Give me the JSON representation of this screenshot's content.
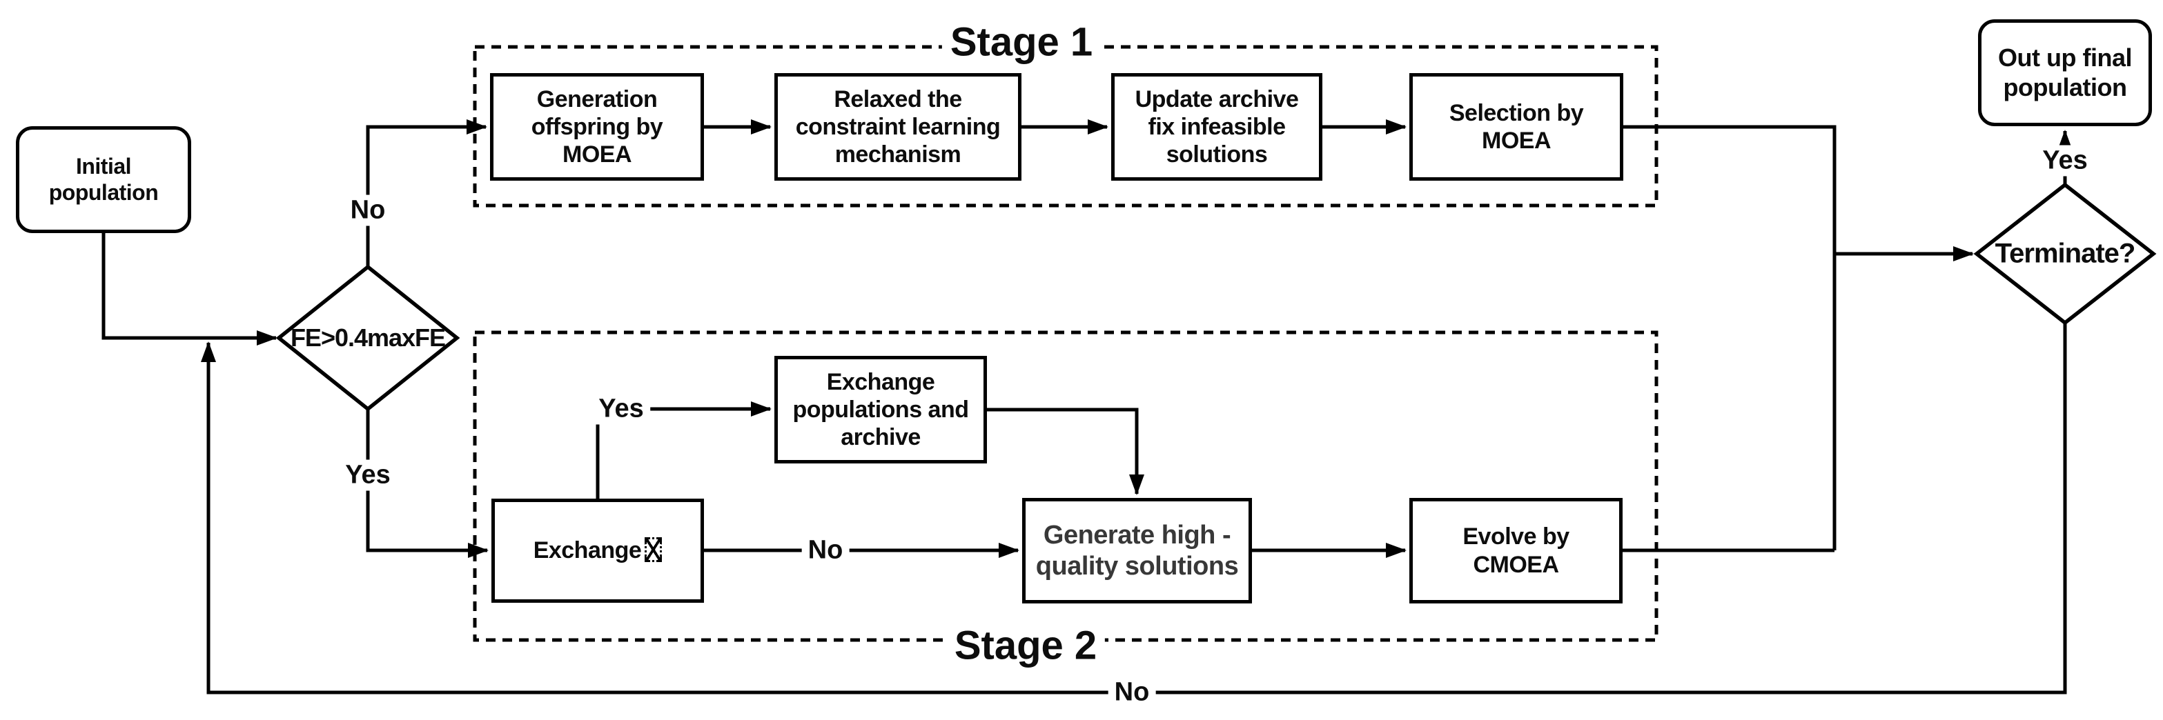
{
  "diagram": {
    "background_color": "#ffffff",
    "line_color": "#000000",
    "stages": [
      {
        "label": "Stage 1"
      },
      {
        "label": "Stage 2"
      }
    ],
    "nodes": {
      "initial_population": {
        "label": "Initial population",
        "shape": "rounded-rect"
      },
      "fe_check": {
        "label": "FE>0.4maxFE",
        "shape": "diamond"
      },
      "generation_offspring": {
        "label": "Generation offspring by MOEA",
        "shape": "rect"
      },
      "relaxed_constraint": {
        "label": "Relaxed the constraint learning mechanism",
        "shape": "rect"
      },
      "update_archive": {
        "label": "Update archive fix infeasible solutions",
        "shape": "rect"
      },
      "selection_moea": {
        "label": "Selection by MOEA",
        "shape": "rect"
      },
      "exchange_populations": {
        "label": "Exchange populations and archive",
        "shape": "rect"
      },
      "exchange_check": {
        "label": "Exchange",
        "suffix_icon": "missing-glyph-box",
        "shape": "rect"
      },
      "generate_hq": {
        "label": "Generate high - quality solutions",
        "shape": "rect",
        "text_color": "#383838"
      },
      "evolve_cmoea": {
        "label": "Evolve by CMOEA",
        "shape": "rect"
      },
      "terminate": {
        "label": "Terminate?",
        "shape": "diamond"
      },
      "output_final": {
        "label": "Out up final population",
        "shape": "rounded-rect"
      }
    },
    "edge_labels": {
      "no_top": "No",
      "yes_left": "Yes",
      "yes_mid": "Yes",
      "no_mid": "No",
      "yes_right": "Yes",
      "no_bottom": "No"
    }
  }
}
